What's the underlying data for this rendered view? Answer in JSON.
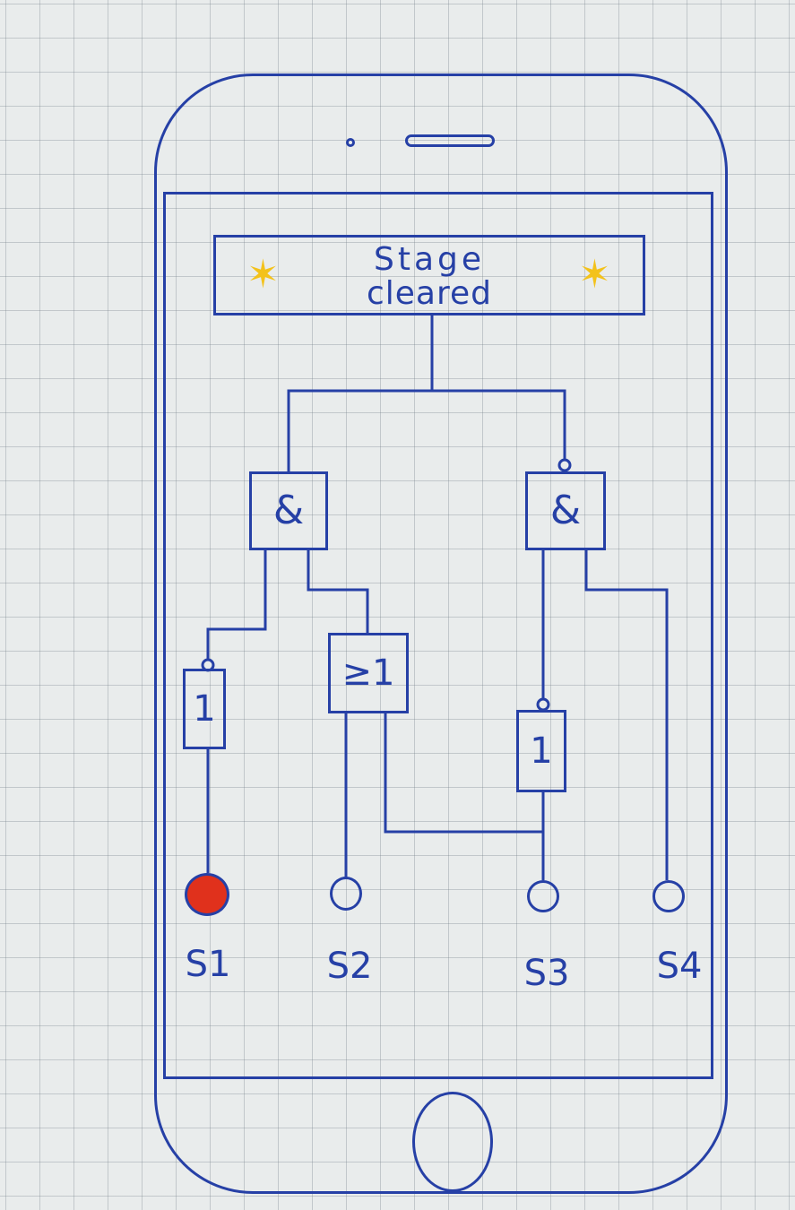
{
  "banner": {
    "line1": "Stage",
    "line2": "cleared",
    "star_glyph": "✶",
    "star_color": "#f3c21b"
  },
  "ink_color": "#2640a6",
  "gates": {
    "and_left": {
      "symbol": "&"
    },
    "and_right": {
      "symbol": "&"
    },
    "or_gate": {
      "symbol": "≥1"
    },
    "not_s1": {
      "symbol": "1"
    },
    "not_s3": {
      "symbol": "1"
    }
  },
  "switches": [
    {
      "label": "S1",
      "state": "on",
      "color": "#e0311c"
    },
    {
      "label": "S2",
      "state": "off",
      "color": "transparent"
    },
    {
      "label": "S3",
      "state": "off",
      "color": "transparent"
    },
    {
      "label": "S4",
      "state": "off",
      "color": "transparent"
    }
  ]
}
